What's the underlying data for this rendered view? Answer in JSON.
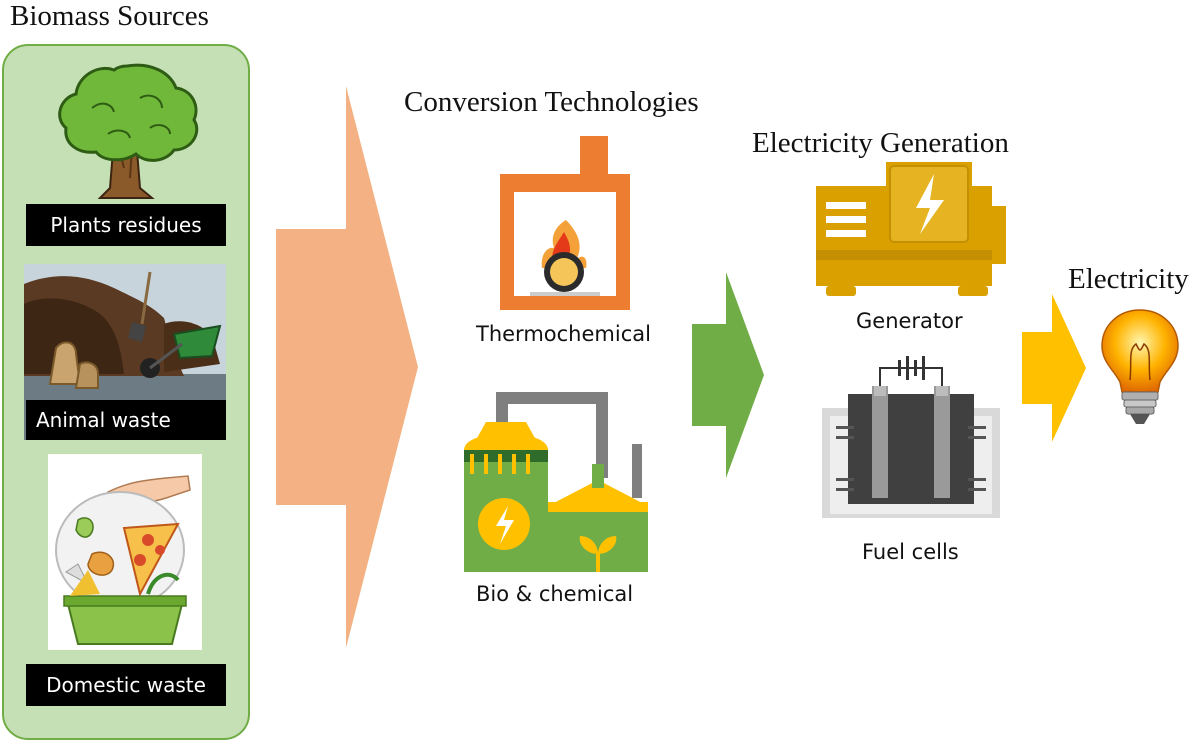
{
  "headings": {
    "biomass_sources": "Biomass Sources",
    "conversion_technologies": "Conversion Technologies",
    "electricity_generation": "Electricity Generation",
    "electricity": "Electricity"
  },
  "sources": [
    {
      "label": "Plants residues",
      "icon": "tree-icon"
    },
    {
      "label": "Animal waste",
      "icon": "manure-wheelbarrow-icon"
    },
    {
      "label": "Domestic waste",
      "icon": "food-waste-bin-icon"
    }
  ],
  "technologies": [
    {
      "label": "Thermochemical",
      "icon": "furnace-flame-icon"
    },
    {
      "label": "Bio & chemical",
      "icon": "biogas-plant-icon"
    }
  ],
  "generation": [
    {
      "label": "Generator",
      "icon": "generator-icon"
    },
    {
      "label": "Fuel cells",
      "icon": "fuel-cell-icon"
    }
  ],
  "colors": {
    "panel_fill": "#c5e0b4",
    "panel_border": "#70ad47",
    "arrow_conversion": "#f4b183",
    "arrow_generation": "#70ad47",
    "arrow_electricity": "#ffc000",
    "furnace": "#ed7d31",
    "generator": "#d9a000"
  }
}
